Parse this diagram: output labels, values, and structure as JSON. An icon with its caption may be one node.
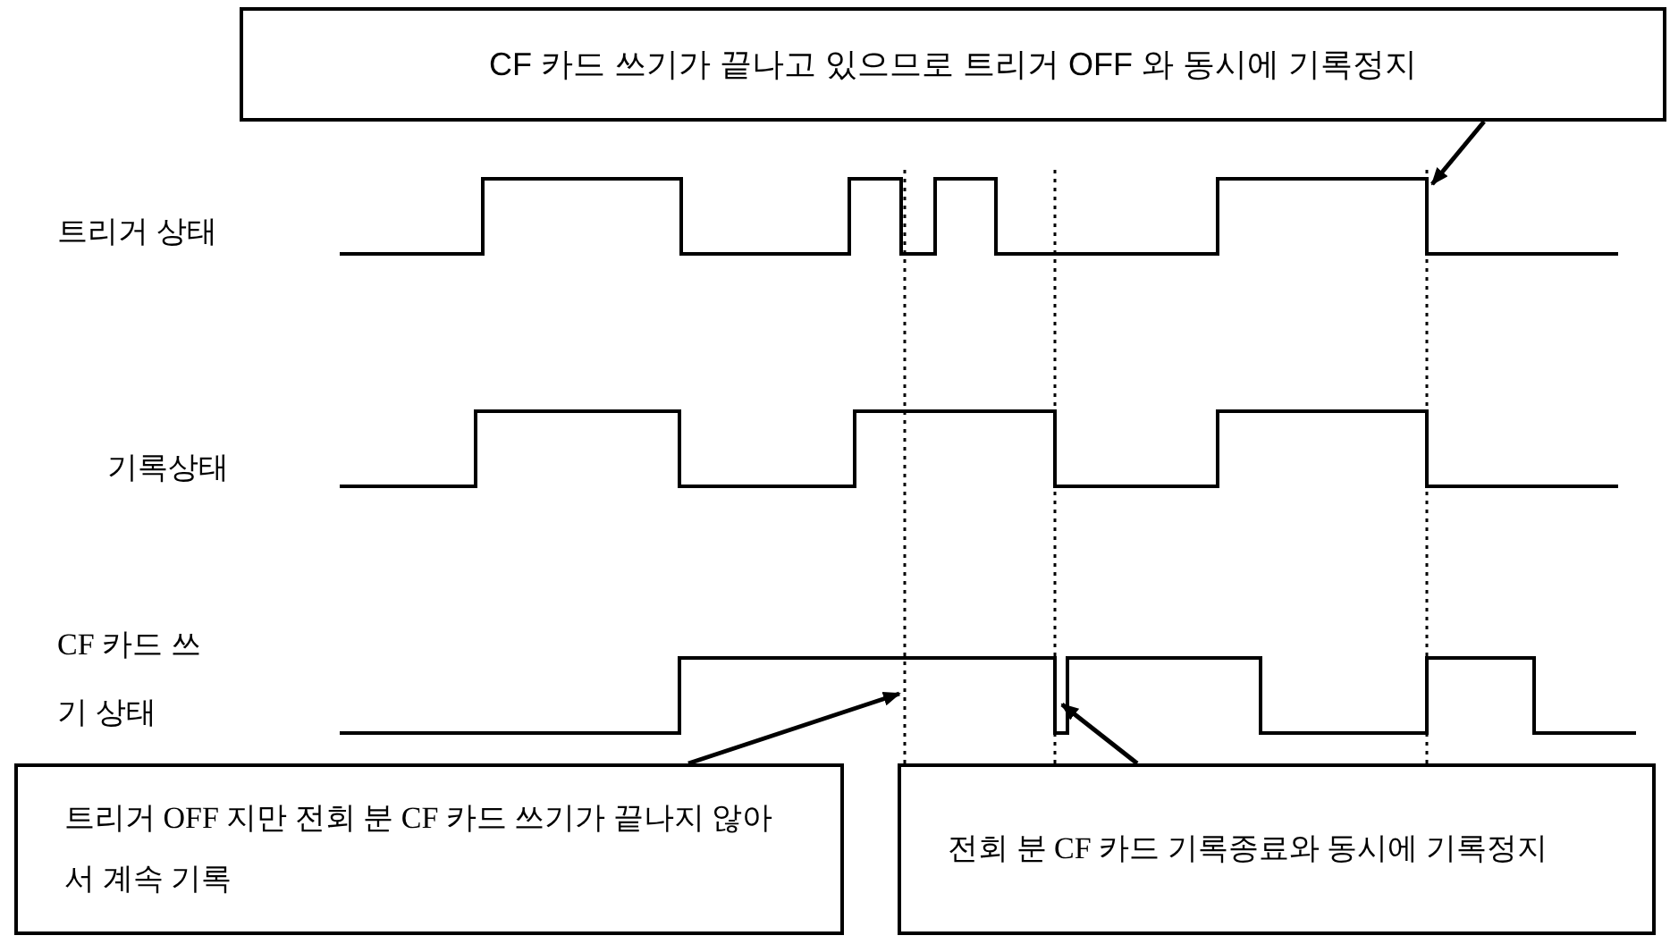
{
  "diagram": {
    "nodes": [
      {
        "text": [
          "CF 카드 쓰기가 끝나고 있으므로 트리거 OFF 와 동시에 기록정지"
        ]
      },
      {
        "text": [
          "트리거 OFF 지만 전회 분 CF 카드 쓰기가 끝나지 않아서 계속 기록"
        ]
      },
      {
        "text": [
          "전회 분 CF 카드 기록종료와 동시에 기록정지"
        ]
      }
    ],
    "edges": [
      {
        "from": 0,
        "to": null,
        "arrow": "to"
      },
      {
        "from": 1,
        "to": null,
        "arrow": "to"
      },
      {
        "from": 2,
        "to": null,
        "arrow": "to"
      }
    ],
    "labels": [
      "트리거 상태",
      "기록상태",
      "CF 카드 쓰기 상태"
    ]
  }
}
